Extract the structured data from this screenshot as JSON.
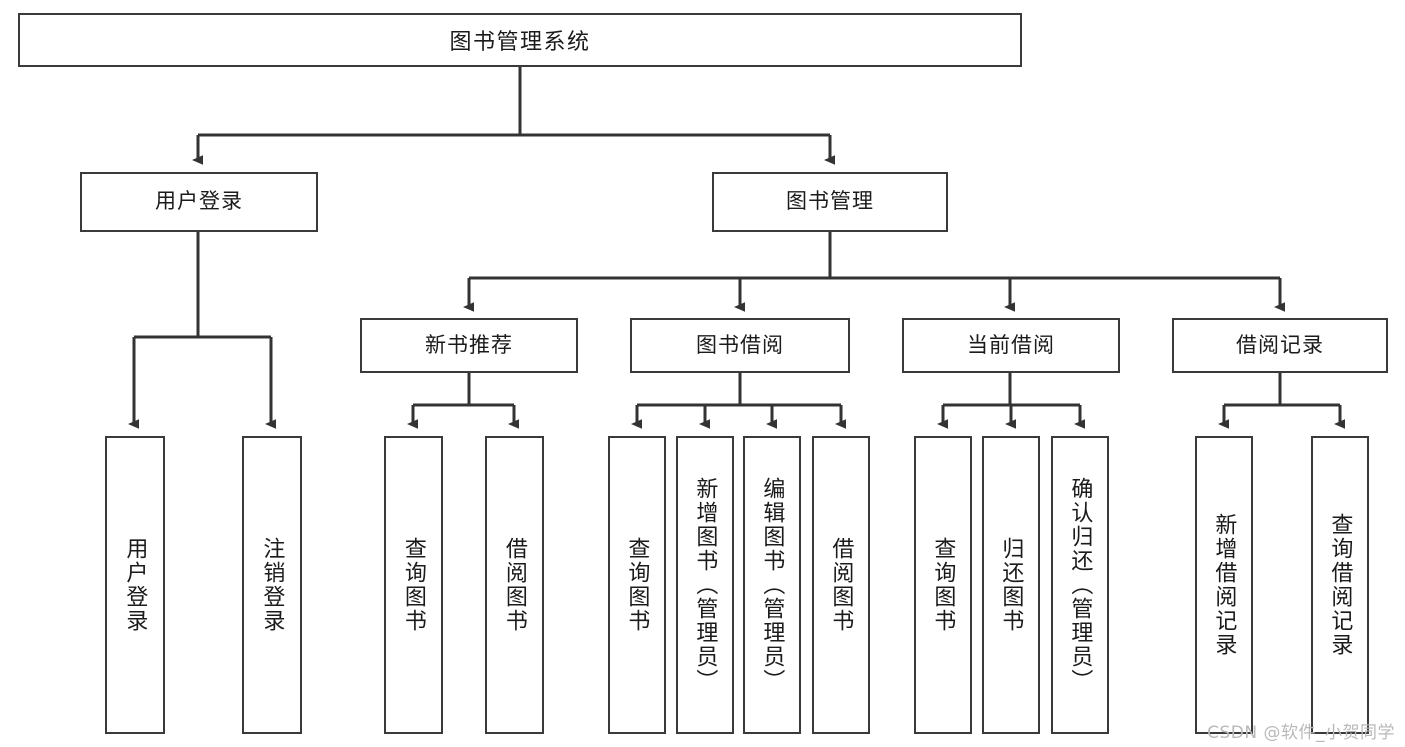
{
  "diagram": {
    "type": "tree-hierarchy",
    "title": "图书管理系统",
    "orientation": "top-down",
    "watermark": "CSDN @软件_小贺同学",
    "colors": {
      "background": "#ffffff",
      "node_border": "#3a3a3a",
      "node_fill": "#ffffff",
      "edge": "#333333",
      "text": "#1b1b1b",
      "watermark": "#b9b9b9"
    }
  },
  "nodes": {
    "root": {
      "label": "图书管理系统"
    },
    "level1": [
      {
        "id": "user-login",
        "label": "用户登录"
      },
      {
        "id": "book-management",
        "label": "图书管理"
      }
    ],
    "level2": [
      {
        "id": "new-book-recommend",
        "label": "新书推荐"
      },
      {
        "id": "book-borrow",
        "label": "图书借阅"
      },
      {
        "id": "current-borrow",
        "label": "当前借阅"
      },
      {
        "id": "borrow-record",
        "label": "借阅记录"
      }
    ],
    "leaves": {
      "user_login": [
        {
          "id": "leaf-user-login",
          "label": "用户登录"
        },
        {
          "id": "leaf-logout-login",
          "label": "注销登录"
        }
      ],
      "new_book_recommend": [
        {
          "id": "leaf-query-book-1",
          "label": "查询图书"
        },
        {
          "id": "leaf-borrow-book-1",
          "label": "借阅图书"
        }
      ],
      "book_borrow": [
        {
          "id": "leaf-query-book-2",
          "label": "查询图书"
        },
        {
          "id": "leaf-add-book",
          "label": "新增图书（管理员）"
        },
        {
          "id": "leaf-edit-book",
          "label": "编辑图书（管理员）"
        },
        {
          "id": "leaf-borrow-book-2",
          "label": "借阅图书"
        }
      ],
      "current_borrow": [
        {
          "id": "leaf-query-book-3",
          "label": "查询图书"
        },
        {
          "id": "leaf-return-book",
          "label": "归还图书"
        },
        {
          "id": "leaf-confirm-return",
          "label": "确认归还（管理员）"
        }
      ],
      "borrow_record": [
        {
          "id": "leaf-add-record",
          "label": "新增借阅记录"
        },
        {
          "id": "leaf-query-record",
          "label": "查询借阅记录"
        }
      ]
    }
  }
}
